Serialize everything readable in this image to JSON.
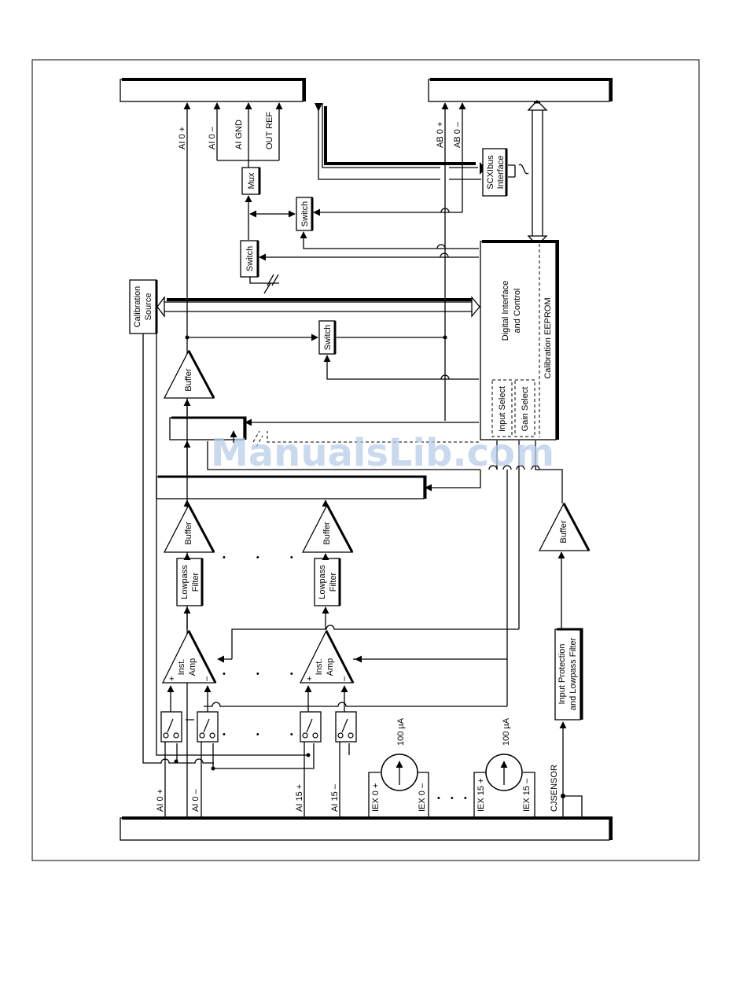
{
  "watermark": "ManualsLib.com",
  "blocks": {
    "calibration_source": [
      "Calibration",
      "Source"
    ],
    "mux": "Mux",
    "switch": "Switch",
    "scxibus": [
      "SCXIbus",
      "Interface"
    ],
    "digital": [
      "Digital Interface",
      "and Control"
    ],
    "eeprom": "Calibration EEPROM",
    "input_select": "Input Select",
    "gain_select": "Gain Select",
    "buffer": "Buffer",
    "lowpass": [
      "Lowpass",
      "Filter"
    ],
    "inst_amp": [
      "Inst.",
      "Amp"
    ],
    "input_protection": [
      "Input Protection",
      "and Lowpass Filter"
    ],
    "current_source": "100 µA"
  },
  "signals": {
    "top_left": [
      "AI 0 +",
      "AI 0 –",
      "AI GND",
      "OUT REF"
    ],
    "top_right": [
      "AB 0 +",
      "AB 0 –"
    ],
    "bottom": [
      "AI 0 +",
      "AI 0 –",
      "AI 15 +",
      "AI 15 –",
      "IEX 0 +",
      "IEX 0 –",
      "IEX 15 +",
      "IEX 15 –",
      "CJSENSOR"
    ],
    "plus": "+",
    "minus": "–",
    "dots": "• • •"
  }
}
